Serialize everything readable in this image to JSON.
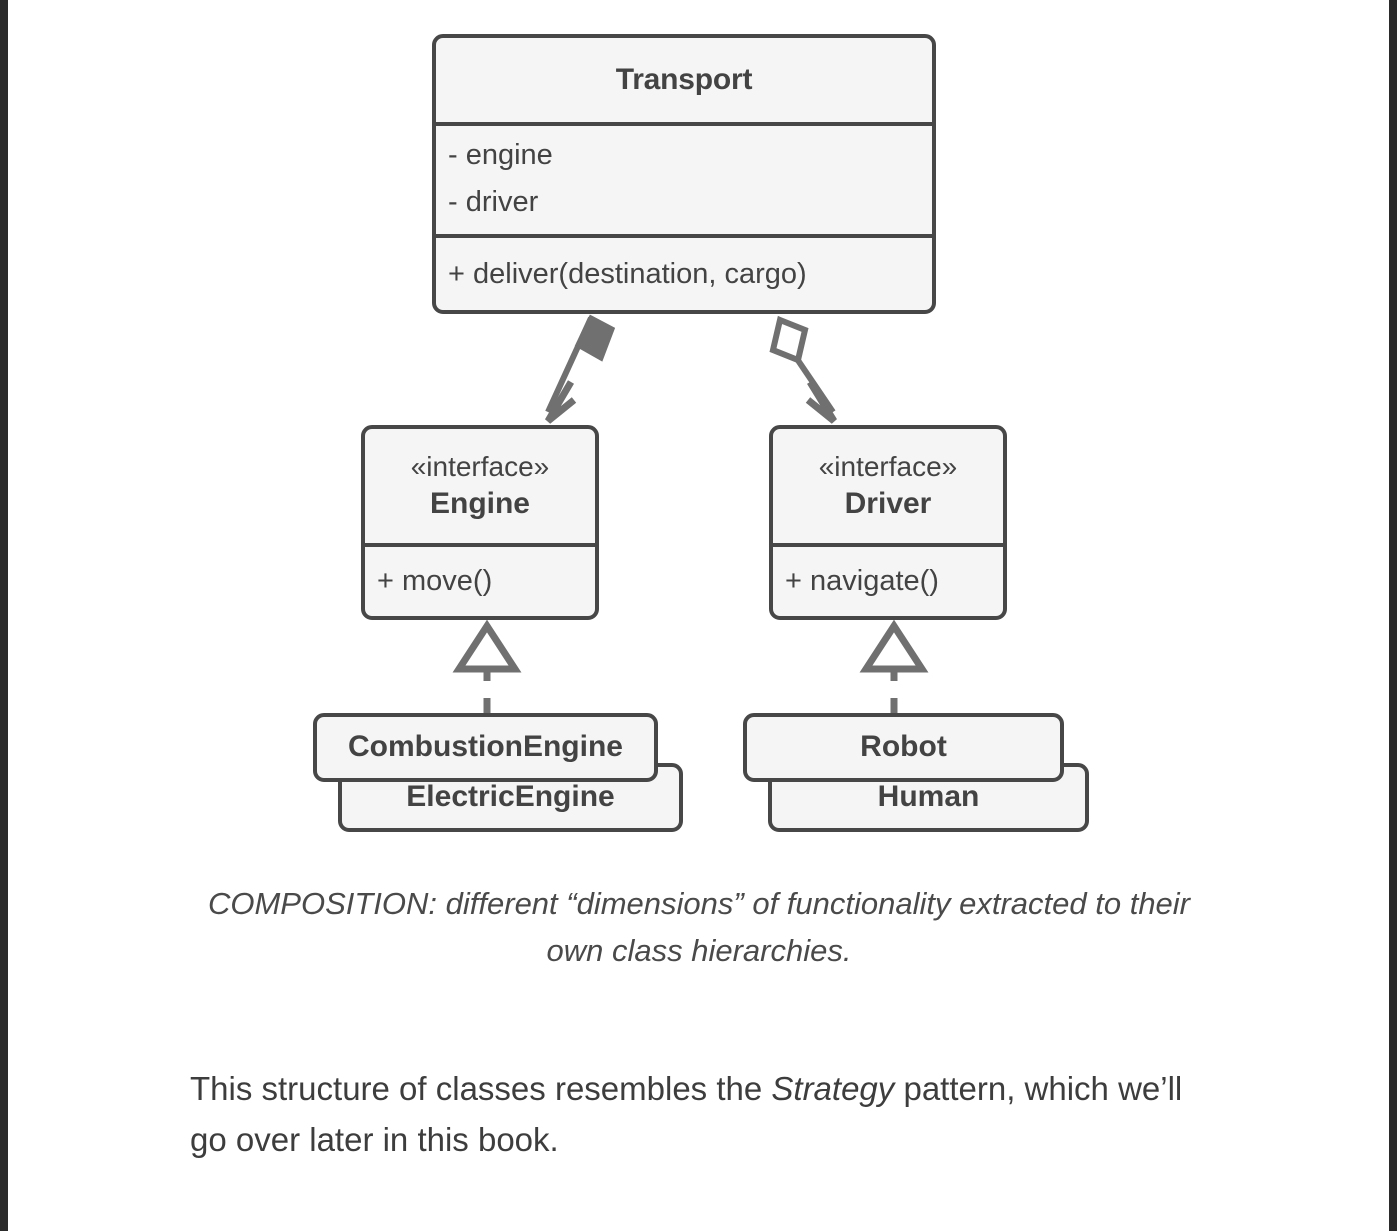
{
  "diagram": {
    "title": "Transport composition UML class diagram",
    "colors": {
      "box_fill": "#f5f5f5",
      "box_border": "#474747",
      "text": "#434343",
      "connector": "#707070",
      "chrome": "#2b2b2b"
    },
    "classes": {
      "transport": {
        "name": "Transport",
        "attributes": [
          "- engine",
          "- driver"
        ],
        "operations": [
          "+ deliver(destination, cargo)"
        ]
      },
      "engine": {
        "stereotype": "«interface»",
        "name": "Engine",
        "operations": [
          "+ move()"
        ]
      },
      "driver": {
        "stereotype": "«interface»",
        "name": "Driver",
        "operations": [
          "+ navigate()"
        ]
      },
      "combustion_engine": {
        "name": "CombustionEngine"
      },
      "electric_engine": {
        "name": "ElectricEngine"
      },
      "robot": {
        "name": "Robot"
      },
      "human": {
        "name": "Human"
      }
    },
    "relationships": [
      {
        "id": "transport-engine",
        "type": "composition",
        "from": "Transport",
        "to": "Engine",
        "diamond": "filled",
        "arrowhead": "open",
        "line": "solid"
      },
      {
        "id": "transport-driver",
        "type": "aggregation",
        "from": "Transport",
        "to": "Driver",
        "diamond": "hollow",
        "arrowhead": "open",
        "line": "solid"
      },
      {
        "id": "combustionengine-engine",
        "type": "realization",
        "from": "CombustionEngine",
        "to": "Engine",
        "arrowhead": "hollow-triangle",
        "line": "dashed"
      },
      {
        "id": "robot-driver",
        "type": "realization",
        "from": "Robot",
        "to": "Driver",
        "arrowhead": "hollow-triangle",
        "line": "dashed"
      }
    ]
  },
  "caption": {
    "text": "COMPOSITION: different “dimensions” of functionality extracted to their own class hierarchies."
  },
  "body": {
    "part1": "This structure of classes resembles the ",
    "emphasis": "Strategy",
    "part2": " pattern, which we’ll go over later in this book."
  }
}
